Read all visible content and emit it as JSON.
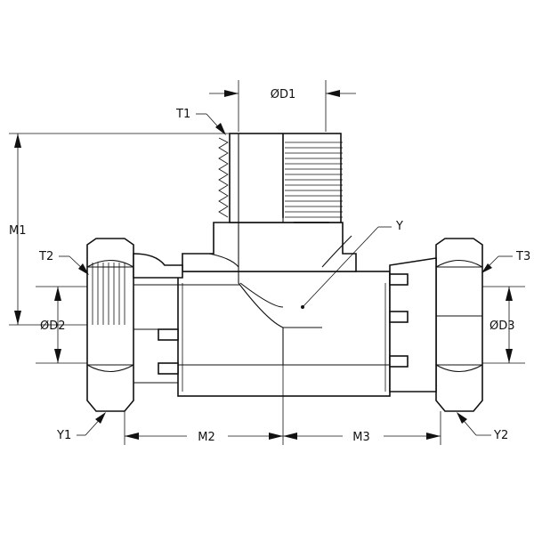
{
  "labels": {
    "d1": "ØD1",
    "t1": "T1",
    "m1": "M1",
    "t2": "T2",
    "d2": "ØD2",
    "y": "Y",
    "t3": "T3",
    "d3": "ØD3",
    "y1": "Y1",
    "m2": "M2",
    "m3": "M3",
    "y2": "Y2"
  }
}
